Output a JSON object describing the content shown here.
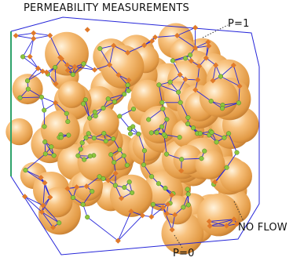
{
  "title": "PERMEABILITY MEASUREMENTS",
  "labels": {
    "top": "P=1",
    "side": "NO FLOW",
    "bottom": "P=0"
  },
  "colors": {
    "sphere": "#f2b161",
    "network_edge": "#2626d9",
    "node_inner": "#8cc63f",
    "node_boundary": "#e07a2a",
    "wall": "#2fa36b"
  }
}
